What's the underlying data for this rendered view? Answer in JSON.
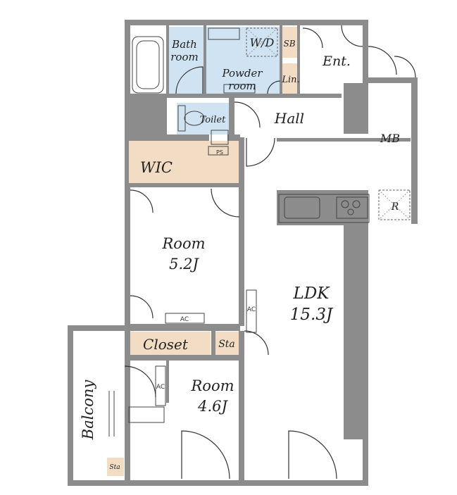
{
  "rooms": {
    "bath": [
      "Bath",
      "room"
    ],
    "wd": "W/D",
    "sb": "SB",
    "entrance": "Ent.",
    "powder": [
      "Powder",
      "room"
    ],
    "linen": "Lin.",
    "toilet": "Toilet",
    "hall": "Hall",
    "mb": "MB",
    "ps": "PS",
    "wic": "WIC",
    "refrigerator": "R",
    "room1": [
      "Room",
      "5.2J"
    ],
    "ldk": [
      "LDK",
      "15.3J"
    ],
    "ac1": "AC",
    "ac2": "AC",
    "ac3": "AC",
    "closet": "Closet",
    "storage1": "Sta",
    "room2": [
      "Room",
      "4.6J"
    ],
    "balcony": "Balcony",
    "storage2": "Sta"
  },
  "colors": {
    "wall": "#8c8c8c",
    "wet_area": "#cfe3f3",
    "storage": "#f2dcc3",
    "floor": "#ffffff"
  }
}
